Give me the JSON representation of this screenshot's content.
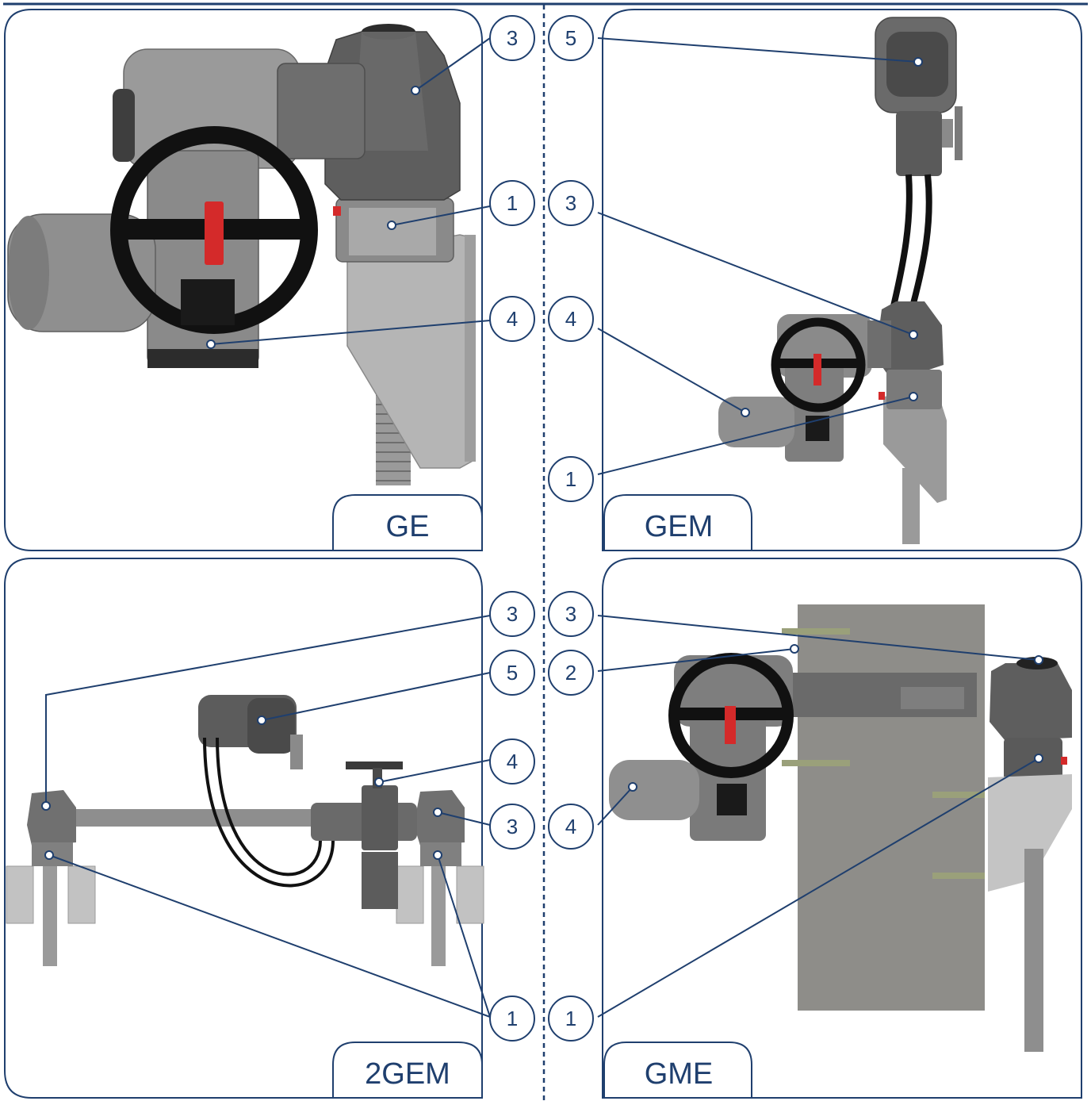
{
  "colors": {
    "navy": "#1f3f6e",
    "body_dark": "#5a5a5a",
    "body_light": "#8e8e8e",
    "handwheel": "#101010",
    "red_lever": "#d42a2a",
    "concrete": "#8c8c88",
    "bracket": "#bdbdbd"
  },
  "panels": [
    {
      "id": "ge",
      "title": "GE",
      "callouts": [
        "3",
        "1",
        "4"
      ]
    },
    {
      "id": "gem",
      "title": "GEM",
      "callouts": [
        "5",
        "3",
        "4",
        "1"
      ]
    },
    {
      "id": "2gem",
      "title": "2GEM",
      "callouts": [
        "3",
        "5",
        "4",
        "3",
        "1"
      ]
    },
    {
      "id": "gme",
      "title": "GME",
      "callouts": [
        "3",
        "2",
        "4",
        "1"
      ]
    }
  ],
  "icons": {
    "actuator": "actuator-illustration",
    "gearbox": "gearbox-illustration",
    "handwheel": "handwheel-illustration"
  }
}
